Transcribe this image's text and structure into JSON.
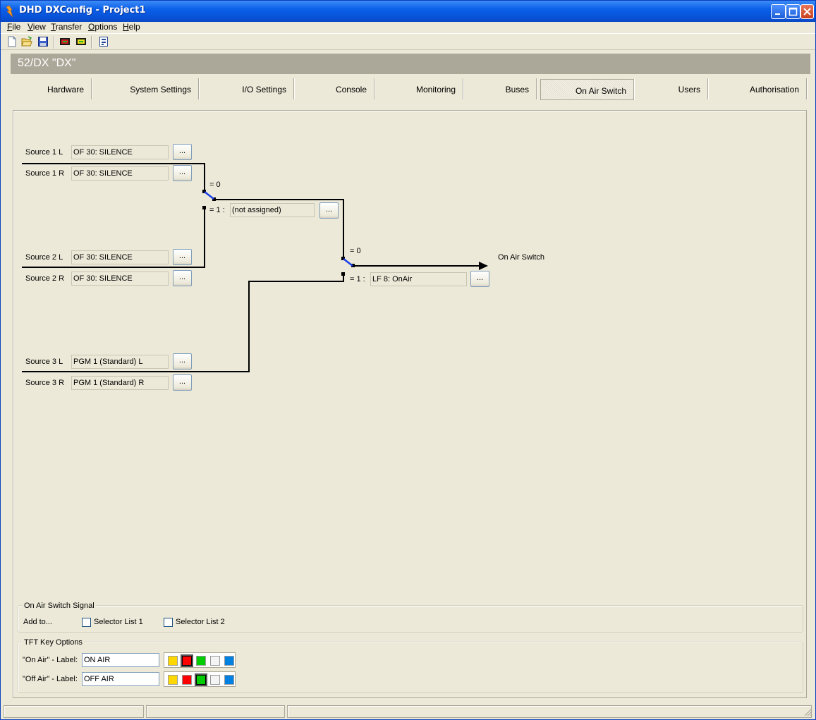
{
  "window": {
    "title": "DHD DXConfig - Project1"
  },
  "menu": {
    "file_key": "F",
    "file_rest": "ile",
    "view_key": "V",
    "view_rest": "iew",
    "transfer_key": "T",
    "transfer_rest": "ransfer",
    "options_key": "O",
    "options_rest": "ptions",
    "help_key": "H",
    "help_rest": "elp"
  },
  "toolbar": {
    "icons": [
      "new-document-icon",
      "open-folder-icon",
      "save-icon",
      "transfer-download-icon",
      "transfer-upload-icon",
      "properties-icon"
    ]
  },
  "device": {
    "header": "52/DX \"DX\""
  },
  "tabs": [
    {
      "label": "Hardware"
    },
    {
      "label": "System Settings"
    },
    {
      "label": "I/O Settings"
    },
    {
      "label": "Console"
    },
    {
      "label": "Monitoring"
    },
    {
      "label": "Buses"
    },
    {
      "label": "On Air Switch"
    },
    {
      "label": "Users"
    },
    {
      "label": "Authorisation"
    }
  ],
  "active_tab": "On Air Switch",
  "sources": [
    {
      "label": "Source 1 L",
      "value": "OF 30: SILENCE"
    },
    {
      "label": "Source 1 R",
      "value": "OF 30: SILENCE"
    },
    {
      "label": "Source 2 L",
      "value": "OF 30: SILENCE"
    },
    {
      "label": "Source 2 R",
      "value": "OF 30: SILENCE"
    },
    {
      "label": "Source 3 L",
      "value": "PGM 1 (Standard) L"
    },
    {
      "label": "Source 3 R",
      "value": "PGM 1 (Standard) R"
    }
  ],
  "switch1": {
    "eq0": "= 0",
    "eq1": "= 1 :",
    "value": "(not assigned)"
  },
  "switch2": {
    "eq0": "= 0",
    "eq1": "= 1 :",
    "value": "LF 8: OnAir"
  },
  "output_label": "On Air Switch",
  "browse_label": "...",
  "signal_group": {
    "title": "On Air Switch Signal",
    "add_to": "Add to...",
    "selector1": "Selector List 1",
    "selector2": "Selector List 2",
    "selector1_checked": false,
    "selector2_checked": false
  },
  "tft_group": {
    "title": "TFT Key Options",
    "on_air_label": "\"On Air\" - Label:",
    "on_air_value": "ON AIR",
    "off_air_label": "\"Off Air\" - Label:",
    "off_air_value": "OFF AIR",
    "colors": [
      "#ffd700",
      "#ff0000",
      "#00cc00",
      "#f4f4f4",
      "#0080e0"
    ],
    "on_air_selected_color": "#ff0000",
    "off_air_selected_color": "#00cc00"
  },
  "colors": {
    "switch_blue": "#1a3ee8",
    "title_bar": "#0a5fe8",
    "header_band": "#aca899"
  }
}
